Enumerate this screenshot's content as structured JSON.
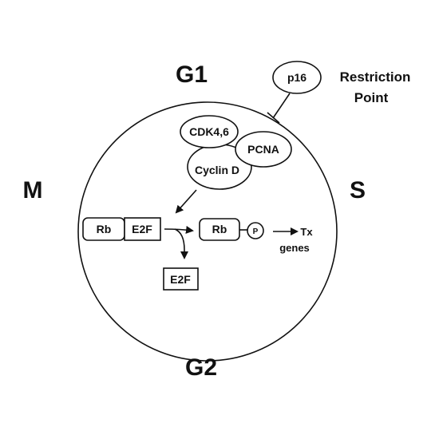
{
  "phases": {
    "g1": "G1",
    "s": "S",
    "g2": "G2",
    "m": "M"
  },
  "restriction": {
    "inhibitor": "p16",
    "line1": "Restriction",
    "line2": "Point"
  },
  "complex": {
    "cdk": "CDK4,6",
    "pcna": "PCNA",
    "cyclin": "Cyclin D"
  },
  "pathway": {
    "rb": "Rb",
    "e2f": "E2F",
    "rb_phos": "Rb",
    "phosphate": "P",
    "free_e2f": "E2F",
    "tx1": "Tx",
    "tx2": "genes"
  },
  "colors": {
    "ink": "#111111",
    "background": "#ffffff"
  }
}
